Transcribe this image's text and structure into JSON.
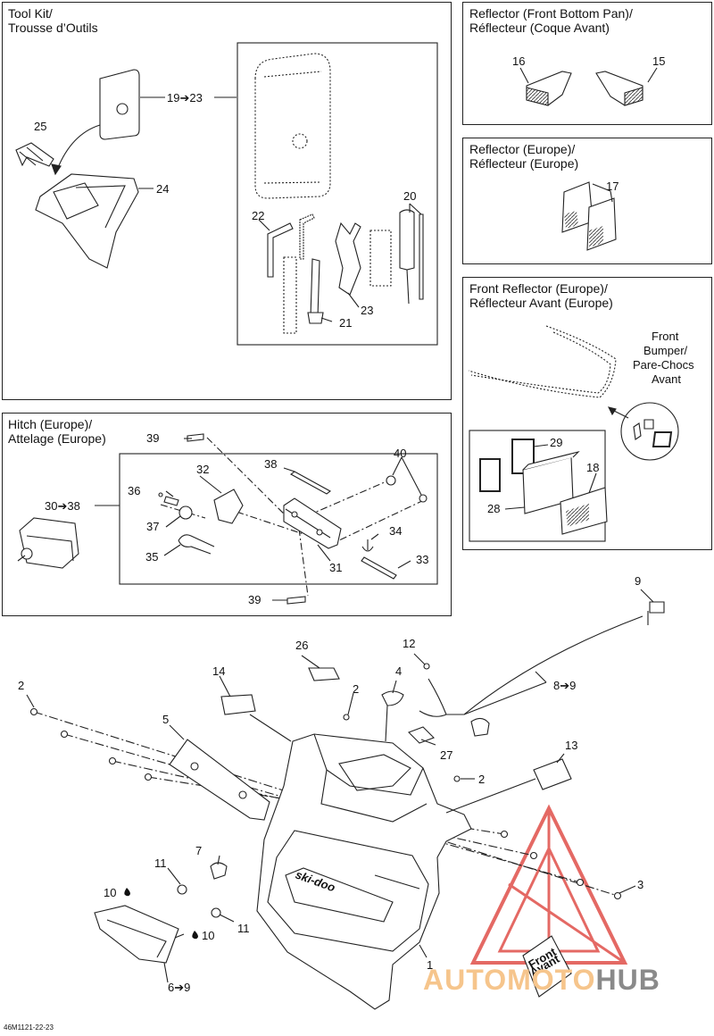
{
  "panels": {
    "tool_kit": {
      "title_en": "Tool Kit/",
      "title_fr": "Trousse d’Outils"
    },
    "reflector_front": {
      "title_en": "Reflector (Front Bottom Pan)/",
      "title_fr": "Réflecteur (Coque Avant)"
    },
    "reflector_europe": {
      "title_en": "Reflector (Europe)/",
      "title_fr": "Réflecteur (Europe)"
    },
    "front_reflector": {
      "title_en": "Front Reflector (Europe)/",
      "title_fr": "Réflecteur Avant (Europe)"
    },
    "hitch": {
      "title_en": "Hitch (Europe)/",
      "title_fr": "Attelage (Europe)"
    }
  },
  "bumper_label": [
    "Front",
    "Bumper/",
    "Pare-Chocs",
    "Avant"
  ],
  "callouts": {
    "c19_23": "19➔23",
    "c25": "25",
    "c24": "24",
    "c22": "22",
    "c20": "20",
    "c21": "21",
    "c23": "23",
    "c16": "16",
    "c15": "15",
    "c17": "17",
    "c29": "29",
    "c18": "18",
    "c28": "28",
    "c39a": "39",
    "c40": "40",
    "c38": "38",
    "c32": "32",
    "c36": "36",
    "c30_38": "30➔38",
    "c37": "37",
    "c34": "34",
    "c35": "35",
    "c33": "33",
    "c31": "31",
    "c39b": "39",
    "c9": "9",
    "c26": "26",
    "c12": "12",
    "c14": "14",
    "c4": "4",
    "c2a": "2",
    "c2b": "2",
    "c8_9": "8➔9",
    "c5": "5",
    "c13": "13",
    "c27": "27",
    "c2c": "2",
    "c7": "7",
    "c11a": "11",
    "c3": "3",
    "c10a": "10",
    "c10b": "10",
    "c11b": "11",
    "c1": "1",
    "c6_9": "6➔9"
  },
  "decal_texts": {
    "brand": "ski-doo",
    "front_label_1": "Front",
    "front_label_2": "Avant"
  },
  "doc_id": "46M1121-22-23",
  "watermark": {
    "part1": "AUTO",
    "part2": "MOTO",
    "part3": "HUB"
  },
  "colors": {
    "line": "#222222",
    "watermark_red": "#e0504a",
    "watermark_orange": "#f6c58c",
    "watermark_grey": "#8a8a8a"
  }
}
